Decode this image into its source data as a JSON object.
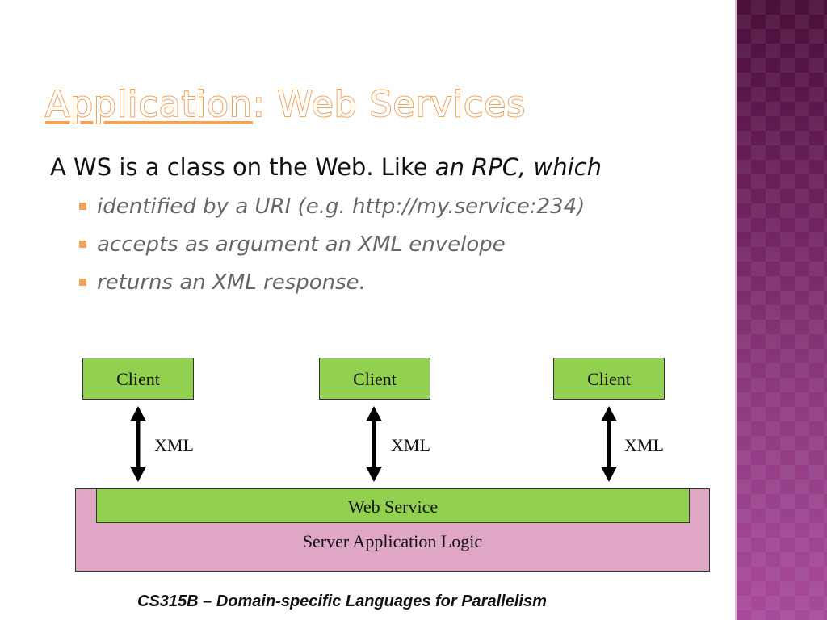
{
  "slide": {
    "title_part1": "Application",
    "title_part2": ": Web Services",
    "lead_plain": "A WS is a class on the Web. Like ",
    "lead_italic": "an RPC, which",
    "bullets": [
      "identified by a URI (e.g. http://my.service:234)",
      "accepts as argument an XML envelope",
      "returns an XML response."
    ],
    "footer": "CS315B – Domain-specific Languages for Parallelism"
  },
  "diagram": {
    "clients": [
      "Client",
      "Client",
      "Client"
    ],
    "xml_labels": [
      "XML",
      "XML",
      "XML"
    ],
    "web_service": "Web Service",
    "server_logic": "Server Application Logic"
  },
  "colors": {
    "accent": "#f2a35a",
    "client_fill": "#92d050",
    "server_fill": "#e0a6c6",
    "sidebar": "#8e3a80"
  }
}
